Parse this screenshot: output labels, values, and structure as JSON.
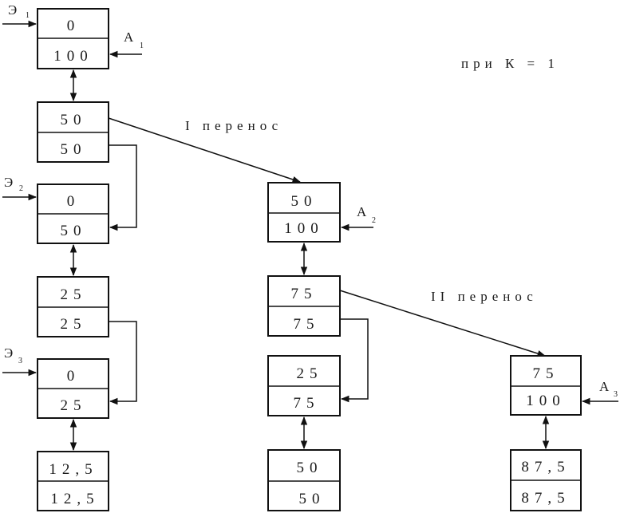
{
  "title": "при К = 1",
  "transfers": [
    "I перенос",
    "II перенос"
  ],
  "labels": {
    "e1": {
      "letter": "Э",
      "sub": "1"
    },
    "e2": {
      "letter": "Э",
      "sub": "2"
    },
    "e3": {
      "letter": "Э",
      "sub": "3"
    },
    "a1": {
      "letter": "А",
      "sub": "1"
    },
    "a2": {
      "letter": "А",
      "sub": "2"
    },
    "a3": {
      "letter": "А",
      "sub": "3"
    }
  },
  "boxes": {
    "b1": [
      "0",
      "100"
    ],
    "b2": [
      "50",
      "50"
    ],
    "b3": [
      "0",
      "50"
    ],
    "b4": [
      "25",
      "25"
    ],
    "b5": [
      "0",
      "25"
    ],
    "b6": [
      "12,5",
      "12,5"
    ],
    "b7": [
      "50",
      "100"
    ],
    "b8": [
      "75",
      "75"
    ],
    "b9": [
      "25",
      "75"
    ],
    "b10": [
      "50",
      "50"
    ],
    "b11": [
      "75",
      "100"
    ],
    "b12": [
      "87,5",
      "87,5"
    ]
  }
}
